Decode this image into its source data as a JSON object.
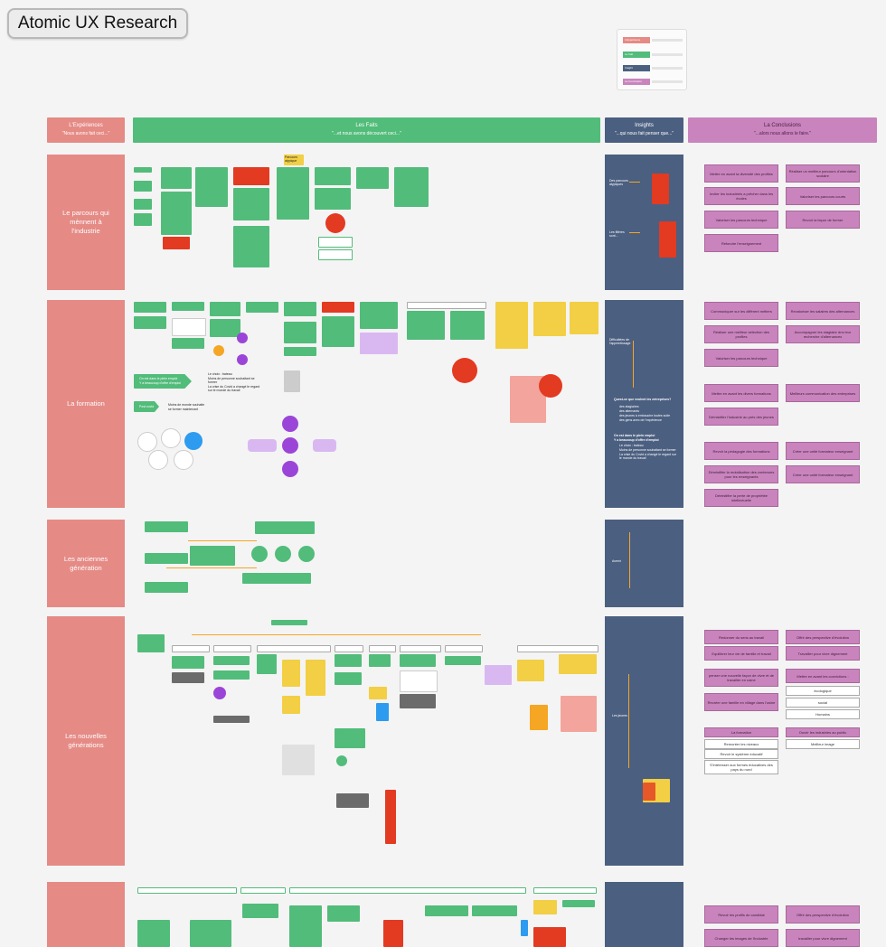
{
  "board": {
    "title": "Atomic UX Research"
  },
  "legend": {
    "items": [
      {
        "label": "L'Expérience",
        "color": "#e58a85"
      },
      {
        "label": "Le Fait",
        "color": "#52bc7a"
      },
      {
        "label": "Insight",
        "color": "#4b5f80"
      },
      {
        "label": "La Conclusion",
        "color": "#c984bd"
      }
    ]
  },
  "columns": {
    "experiences": {
      "title": "L'Expériences",
      "subtitle": "\"Nous avons fait ceci...\""
    },
    "faits": {
      "title": "Les Faits",
      "subtitle": "\"...et nous avons découvert ceci...\""
    },
    "insights": {
      "title": "Insights",
      "subtitle": "\"...qui nous fait penser que...\""
    },
    "conclusions": {
      "title": "La Conclusions",
      "subtitle": "\"...alors nous allons le faire.\""
    }
  },
  "rows": [
    {
      "label": "Le parcours qui mènnent à l'industrie"
    },
    {
      "label": "La formation"
    },
    {
      "label": "Les anciennes génération"
    },
    {
      "label": "Les nouvelles générations"
    },
    {
      "label": ""
    }
  ],
  "insights": {
    "row1": [
      "Des parcours atypiques",
      "Les filières sont..."
    ],
    "row2": [
      "Difficultées de l'apprentissage",
      "Quest-ce que veulent les entreprises?",
      "des stagiaires",
      "des alternants",
      "des jeunes à embauche toutes suite",
      "des gens avec de l'expérience",
      "On est dans le plein emploi",
      "Y a beaucoup d'offre d'emploi",
      "Le choix : bateau",
      "Moins de personne souhaitant se former",
      "La crise du Covid a changé le regard sur le monde du travail"
    ],
    "row3": [
      "Avenir"
    ],
    "row4": [
      "Les jeunes"
    ]
  },
  "conclusions": {
    "row1": [
      "Mettre en avant la diversité des profiles",
      "Réaliser un meilleur parcours d'orientation scolaire",
      "Inviter les industriels a prêcher dans les écoles",
      "Valoriser les parcours courts",
      "Valoriser les parcours technique",
      "Revoir la façon de former",
      "Refondre l'enseignement"
    ],
    "row2": [
      "Communiquer sur les différent métiers",
      "Revaloriser les salaires des alternances",
      "Réaliser une meilleur sélection des profiles",
      "Accompagner les stagiaire dns leur recherche d'alternances",
      "Valoriser les parcours technique",
      "Mettre en avant les divers formations",
      "Meilleurs communication des entreprises",
      "Démistifier l'industrie au prés des jeunes",
      "Revoir la pédagogie des formations",
      "Créer une unité formateur enseignant",
      "Démistifier la mutalisation des contenues pour les enseignants",
      "Créer une unité formateur enseignant",
      "Démistifier la perte de propriétée intellectuelle"
    ],
    "row4": [
      "Redonner du sens au travail",
      "Offrir des perspective d'évolution",
      "Equilibrer leur vie de famille et travail",
      "Travailler pour vivre dignement",
      "penser une nouvelle façon de vivre et de travailler en usine",
      "Mettre en avant les convictions :",
      "Recréer une famille en village dans l'usine",
      "écologique",
      "social",
      "Humains",
      "La formation",
      "Ouvrir les industries au public",
      "Remonter les niveaux",
      "Meilleur image",
      "Revoir le système educatif",
      "S'intéresser aux formes éducatives des pays du nord"
    ],
    "row5": [
      "Revoir les profils de candidat",
      "Offrir des perspective d'évolution",
      "Changer les images de l'industrie",
      "travailler pour vivre dignement"
    ]
  },
  "facts": {
    "row1": [
      "Parcours atypique"
    ],
    "row2": [
      "On est dans le plein emploi",
      "Y a beaucoup d'offre d'emploi",
      "Le choix : bateau",
      "Moins de personne souhaitant se former",
      "La crise du Covid a changé le regard sur le monde du travail",
      "Post covid",
      "Moins de monde souhaite se former maintenant"
    ]
  }
}
